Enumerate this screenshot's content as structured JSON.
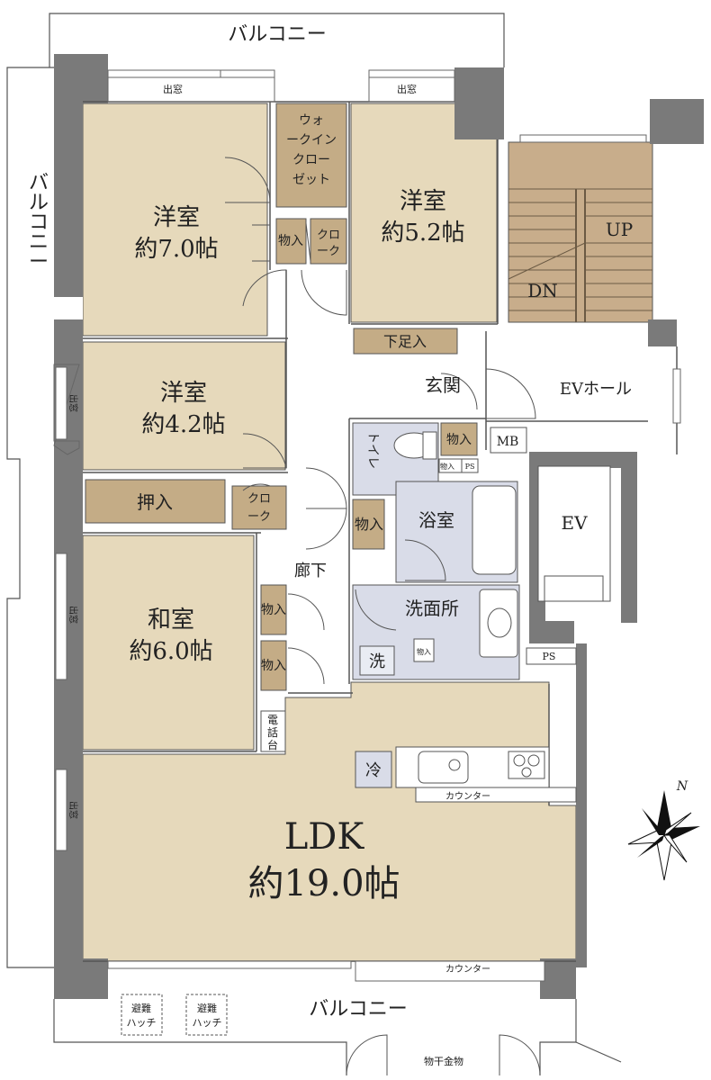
{
  "rooms": {
    "western1": {
      "name": "洋室",
      "size": "約7.0帖"
    },
    "western2": {
      "name": "洋室",
      "size": "約5.2帖"
    },
    "western3": {
      "name": "洋室",
      "size": "約4.2帖"
    },
    "japanese": {
      "name": "和室",
      "size": "約6.0帖"
    },
    "ldk": {
      "name": "LDK",
      "size": "約19.0帖"
    },
    "walkin": [
      "ウォ",
      "ークイン",
      "クロー",
      "ゼット"
    ],
    "bath": "浴室",
    "washroom": "洗面所",
    "toilet": "トイレ",
    "entrance": "玄関",
    "corridor": "廊下",
    "ev_hall": "EVホール",
    "ev": "EV",
    "mb": "MB",
    "ps": "PS"
  },
  "storage": {
    "mono_a": "物入",
    "oshiire": "押入",
    "geta": "下足入",
    "closet_a": [
      "クロ",
      "ーク"
    ],
    "closet_b": [
      "クロ",
      "ーク"
    ]
  },
  "fixtures": {
    "washer": "洗",
    "fridge": "冷",
    "counter": "カウンター",
    "phone": [
      "電",
      "話",
      "台"
    ],
    "demado": "出窓",
    "hatch": [
      "避難",
      "ハッチ"
    ],
    "hanger": "物干金物"
  },
  "exterior": {
    "balcony": "バルコニー",
    "balcony_vertical": [
      "バ",
      "ル",
      "コ",
      "ニ",
      "ー"
    ]
  },
  "stairs": {
    "up": "UP",
    "down": "DN"
  },
  "compass": {
    "north": "N"
  },
  "colors": {
    "room_fill": "#e6d9bb",
    "storage_fill": "#c4ac86",
    "wet_fill": "#d9dce8",
    "stair_fill": "#c8ad8b",
    "wall": "#7a7a7a",
    "line": "#555555"
  }
}
